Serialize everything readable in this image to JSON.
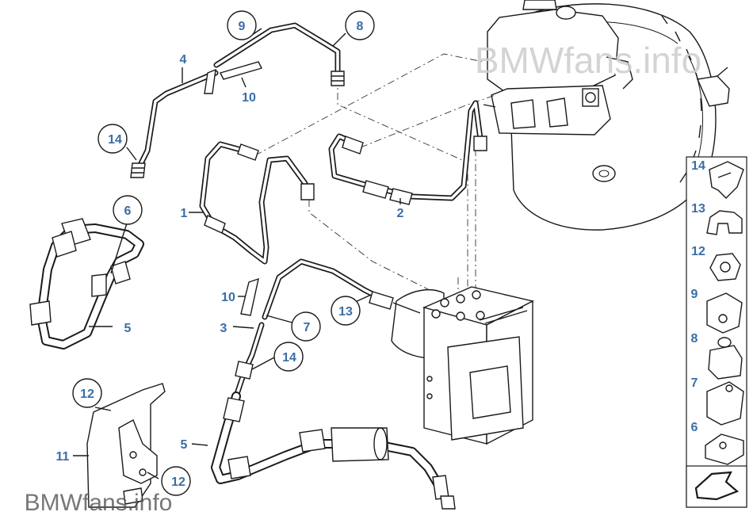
{
  "watermark_top": "BMWfans.info",
  "watermark_bottom": "BMWfans.info",
  "callouts": {
    "c1": "1",
    "c2": "2",
    "c3": "3",
    "c4": "4",
    "c5a": "5",
    "c5b": "5",
    "c6": "6",
    "c7": "7",
    "c8": "8",
    "c9": "9",
    "c10a": "10",
    "c10b": "10",
    "c11": "11",
    "c12a": "12",
    "c12b": "12",
    "c13": "13",
    "c14a": "14",
    "c14b": "14"
  },
  "side_panel": [
    "14",
    "13",
    "12",
    "9",
    "8",
    "7",
    "6"
  ]
}
